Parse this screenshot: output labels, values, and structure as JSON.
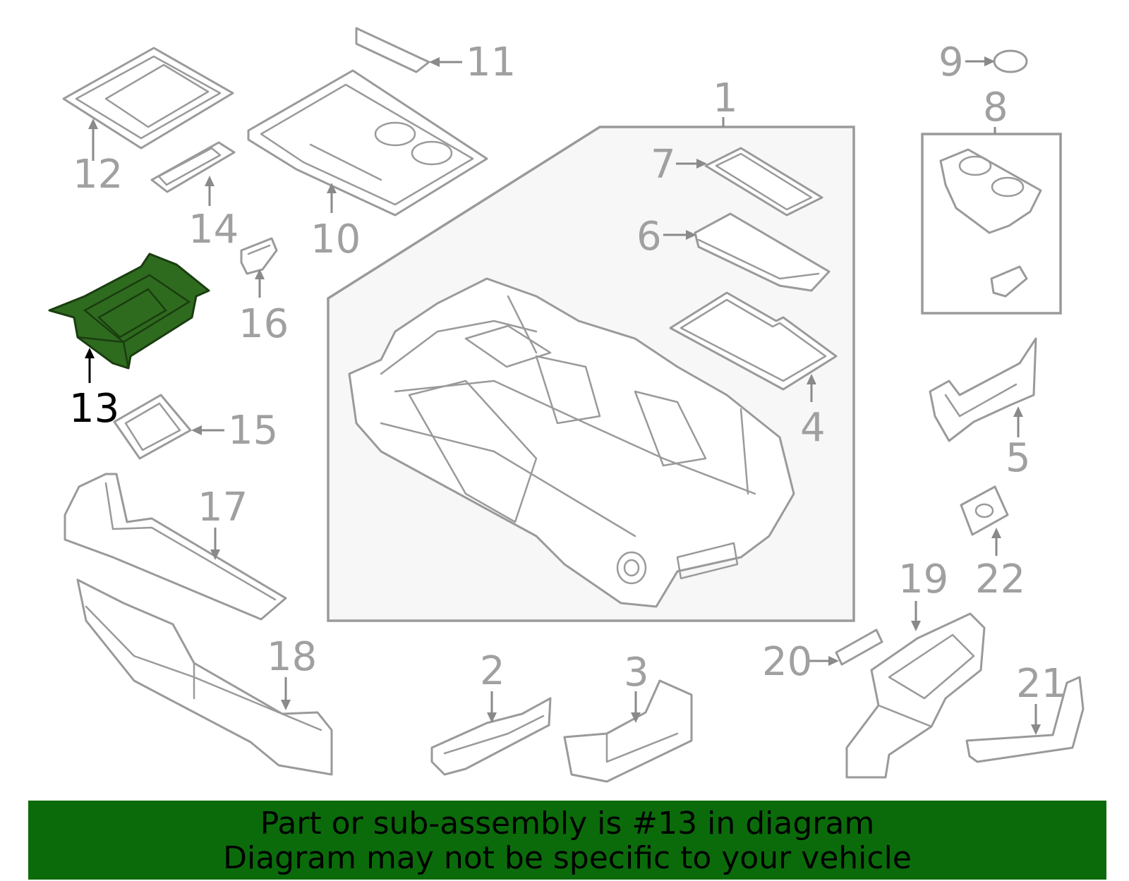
{
  "banner": {
    "line1": "Part or sub-assembly is #13 in diagram",
    "line2": "Diagram may not be specific to your vehicle",
    "background_color": "#0b6b0b"
  },
  "highlight": {
    "part_number": "13",
    "color": "#2f6b1f"
  },
  "callouts": {
    "c1": "1",
    "c2": "2",
    "c3": "3",
    "c4": "4",
    "c5": "5",
    "c6": "6",
    "c7": "7",
    "c8": "8",
    "c9": "9",
    "c10": "10",
    "c11": "11",
    "c12": "12",
    "c13": "13",
    "c14": "14",
    "c15": "15",
    "c16": "16",
    "c17": "17",
    "c18": "18",
    "c19": "19",
    "c20": "20",
    "c21": "21",
    "c22": "22"
  }
}
